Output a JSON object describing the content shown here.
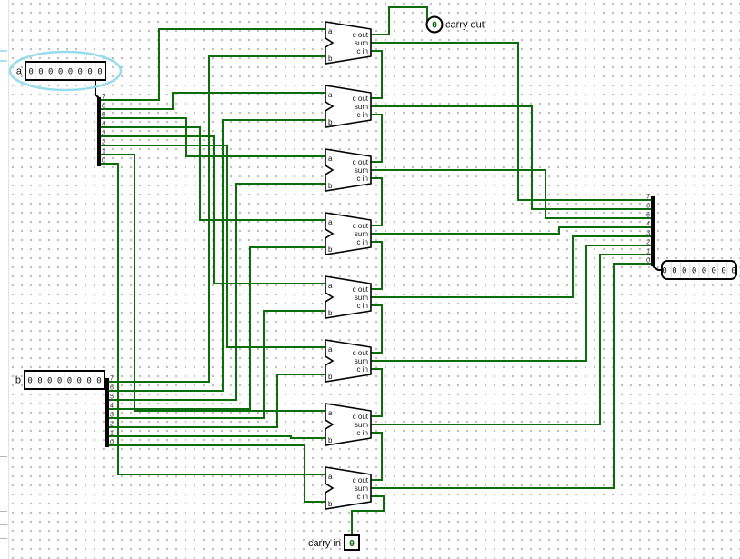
{
  "circuit": {
    "pin_a": {
      "label": "a",
      "value": "0 0 0 0 0 0 0 0"
    },
    "pin_b": {
      "label": "b",
      "value": "0 0 0 0 0 0 0 0"
    },
    "pin_result": {
      "value": "0 0 0 0 0 0 0 0"
    },
    "carry_out": {
      "label": "carry out",
      "value": "0"
    },
    "carry_in": {
      "label": "carry in",
      "value": "0"
    },
    "adder": {
      "count": 8,
      "pin_a": "a",
      "pin_b": "b",
      "pin_cout": "c out",
      "pin_sum": "sum",
      "pin_cin": "c in"
    },
    "splitter_bits": [
      "7",
      "6",
      "5",
      "4",
      "3",
      "2",
      "1",
      "0"
    ]
  },
  "colors": {
    "wire": "#0b6e0b",
    "bus": "#000000",
    "value": "#0b6e0b",
    "halo": "#97dcec",
    "stroke": "#000000",
    "grid": "#bdbdbd"
  }
}
